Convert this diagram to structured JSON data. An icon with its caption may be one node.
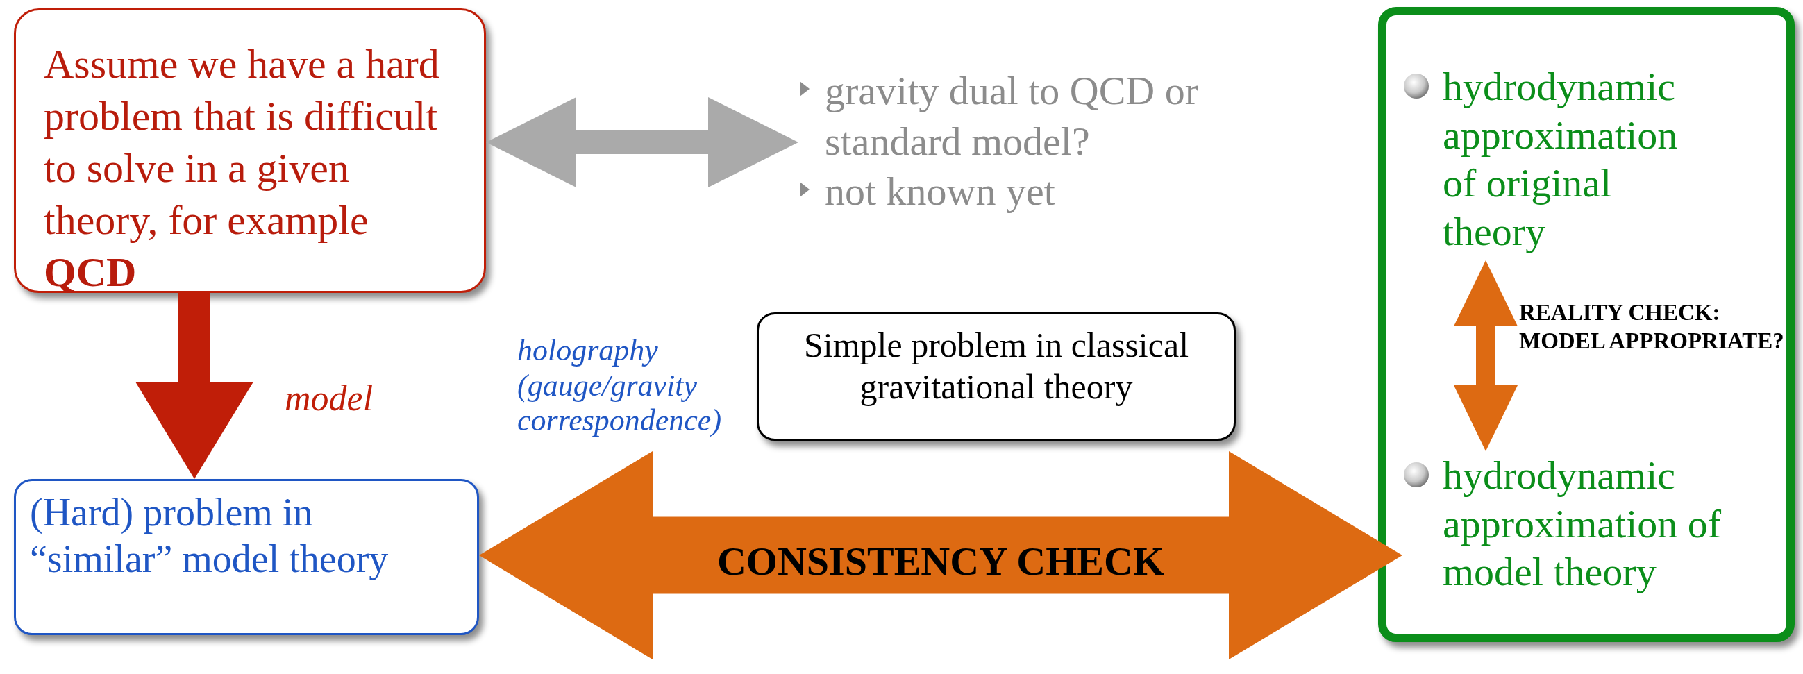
{
  "diagram": {
    "nodes": [
      {
        "text": [
          "Assume we have a hard problem that is difficult to solve in a given theory, for example **QCD**"
        ]
      },
      {
        "text": [
          "gravity dual to QCD or standard model?",
          "not known yet"
        ]
      },
      {
        "text": [],
        "shape": "box"
      },
      {
        "text": [
          "hydrodynamic approximation of original theory"
        ],
        "in": 2
      },
      {
        "text": [
          "hydrodynamic approximation of model theory"
        ],
        "in": 2
      },
      {
        "text": [
          "(Hard) problem in “similar” model theory"
        ]
      },
      {
        "text": [
          "Simple problem in classical gravitational theory"
        ]
      }
    ],
    "edges": [
      {
        "from": 0,
        "to": 5,
        "arrow": "to",
        "label": "model",
        "color": "#c01e08"
      },
      {
        "from": 0,
        "to": 1,
        "arrow": "both",
        "color": "#aaaaaa"
      },
      {
        "from": 3,
        "to": 4,
        "arrow": "both",
        "label": "REALITY CHECK: MODEL APPROPRIATE?",
        "color": "#dd6a12"
      },
      {
        "from": 5,
        "to": 4,
        "arrow": "both",
        "label": "CONSISTENCY CHECK",
        "style": "thick",
        "color": "#dd6a12"
      }
    ],
    "labels": [
      "holography (gauge/gravity correspondence)"
    ]
  }
}
